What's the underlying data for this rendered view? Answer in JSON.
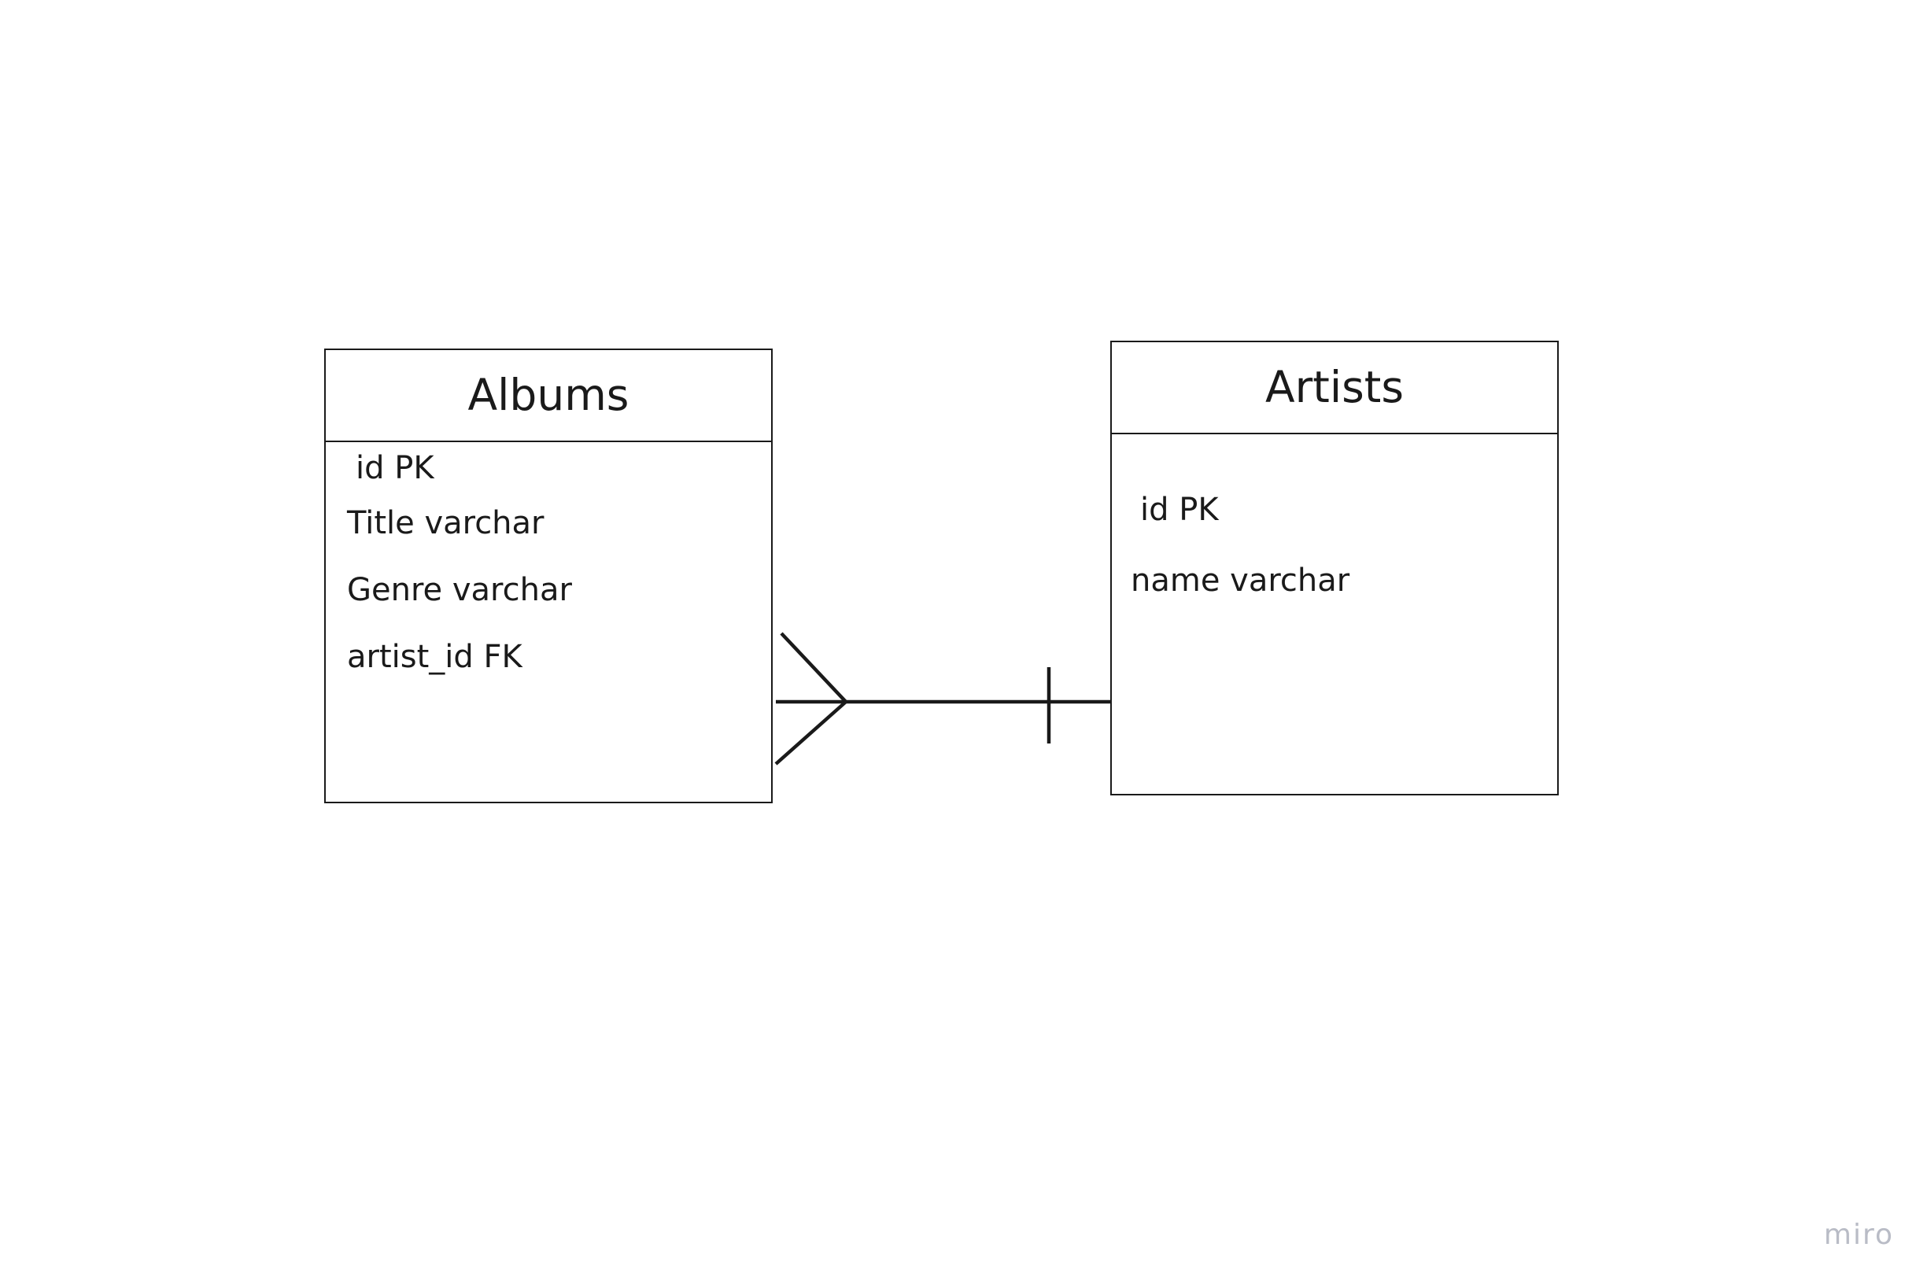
{
  "entities": {
    "albums": {
      "title": "Albums",
      "attributes": [
        "id PK",
        "Title varchar",
        "Genre varchar",
        "artist_id FK"
      ]
    },
    "artists": {
      "title": "Artists",
      "attributes": [
        "id PK",
        "name varchar"
      ]
    }
  },
  "relationship": {
    "from": "Albums",
    "to": "Artists",
    "from_end": "crow-foot-many",
    "to_end": "bar-one"
  },
  "watermark": "miro",
  "colors": {
    "stroke": "#1a1a1a",
    "background": "#ffffff",
    "watermark": "#b9bcc6"
  }
}
